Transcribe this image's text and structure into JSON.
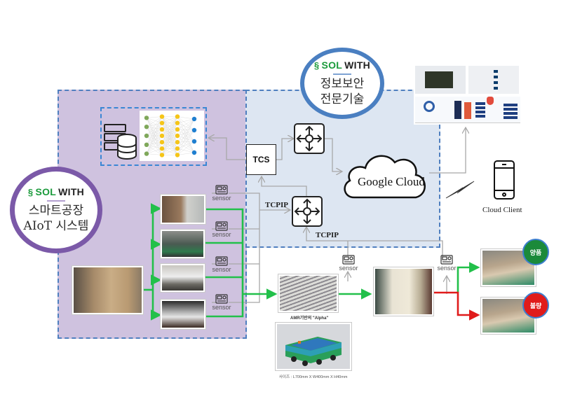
{
  "zones": {
    "aiot": {
      "name": "smart-factory-aiot-zone"
    },
    "security": {
      "name": "information-security-zone"
    }
  },
  "badges": {
    "security": {
      "brand_sol": "SOL",
      "brand_with": "WITH",
      "line1": "정보보안",
      "line2": "전문기술",
      "ring_color": "#4a7fc1"
    },
    "aiot": {
      "brand_sol": "SOL",
      "brand_with": "WITH",
      "line1": "스마트공장",
      "line2": "AIoT 시스템",
      "ring_color": "#7b59a8"
    }
  },
  "network": {
    "tcs_label": "TCS",
    "tcpip_label_1": "TCPIP",
    "tcpip_label_2": "TCPIP",
    "cloud_label": "Google Cloud",
    "client_label": "Cloud Client"
  },
  "sensors": {
    "label": "sensor",
    "count": 6
  },
  "amr": {
    "caption": "AMR기반의 \"Alpha\"",
    "size_caption": "사이즈 : L700mm X W400mm X H40mm"
  },
  "quality": {
    "pass_label": "양품",
    "fail_label": "불량",
    "pass_color": "#1b8a3a",
    "fail_color": "#e01b1b"
  },
  "colors": {
    "flow_green": "#22c04a",
    "flow_red": "#e01b1b",
    "connector_gray": "#a8a8a8",
    "dash_blue": "#4f7fbf",
    "aiot_fill": "#cfc2df",
    "security_fill": "#dde6f2"
  }
}
